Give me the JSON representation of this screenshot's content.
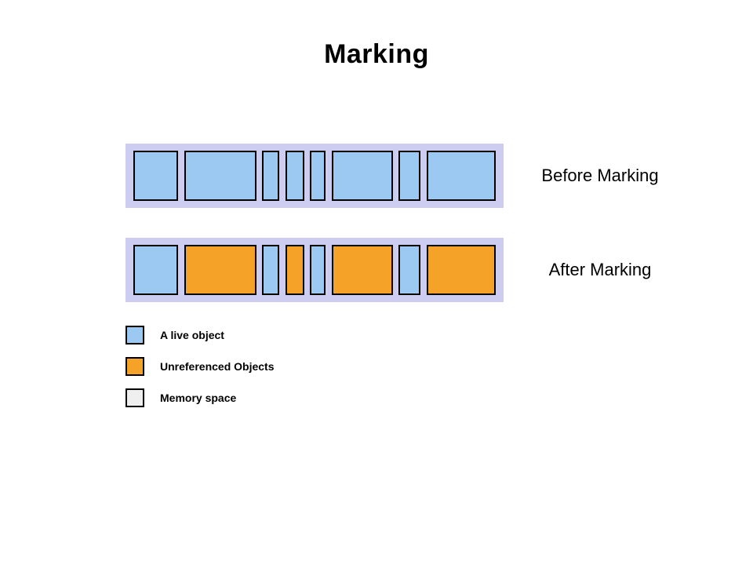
{
  "title": "Marking",
  "rows": [
    {
      "label": "Before Marking",
      "blocks": [
        {
          "w": 57,
          "color": "live"
        },
        {
          "w": 92,
          "color": "live"
        },
        {
          "w": 22,
          "color": "live"
        },
        {
          "w": 24,
          "color": "live"
        },
        {
          "w": 20,
          "color": "live"
        },
        {
          "w": 78,
          "color": "live"
        },
        {
          "w": 28,
          "color": "live"
        },
        {
          "w": 88,
          "color": "live"
        }
      ]
    },
    {
      "label": "After Marking",
      "blocks": [
        {
          "w": 57,
          "color": "live"
        },
        {
          "w": 92,
          "color": "unreferenced"
        },
        {
          "w": 22,
          "color": "live"
        },
        {
          "w": 24,
          "color": "unreferenced"
        },
        {
          "w": 20,
          "color": "live"
        },
        {
          "w": 78,
          "color": "unreferenced"
        },
        {
          "w": 28,
          "color": "live"
        },
        {
          "w": 88,
          "color": "unreferenced"
        }
      ]
    }
  ],
  "legend": [
    {
      "swatch": "live",
      "label": "A live object"
    },
    {
      "swatch": "unreferenced",
      "label": "Unreferenced Objects"
    },
    {
      "swatch": "memory",
      "label": "Memory space"
    }
  ],
  "colors": {
    "live": "#9cc9f2",
    "unreferenced": "#f5a228",
    "memory": "#efefef",
    "strip": "#cdcdf2"
  }
}
